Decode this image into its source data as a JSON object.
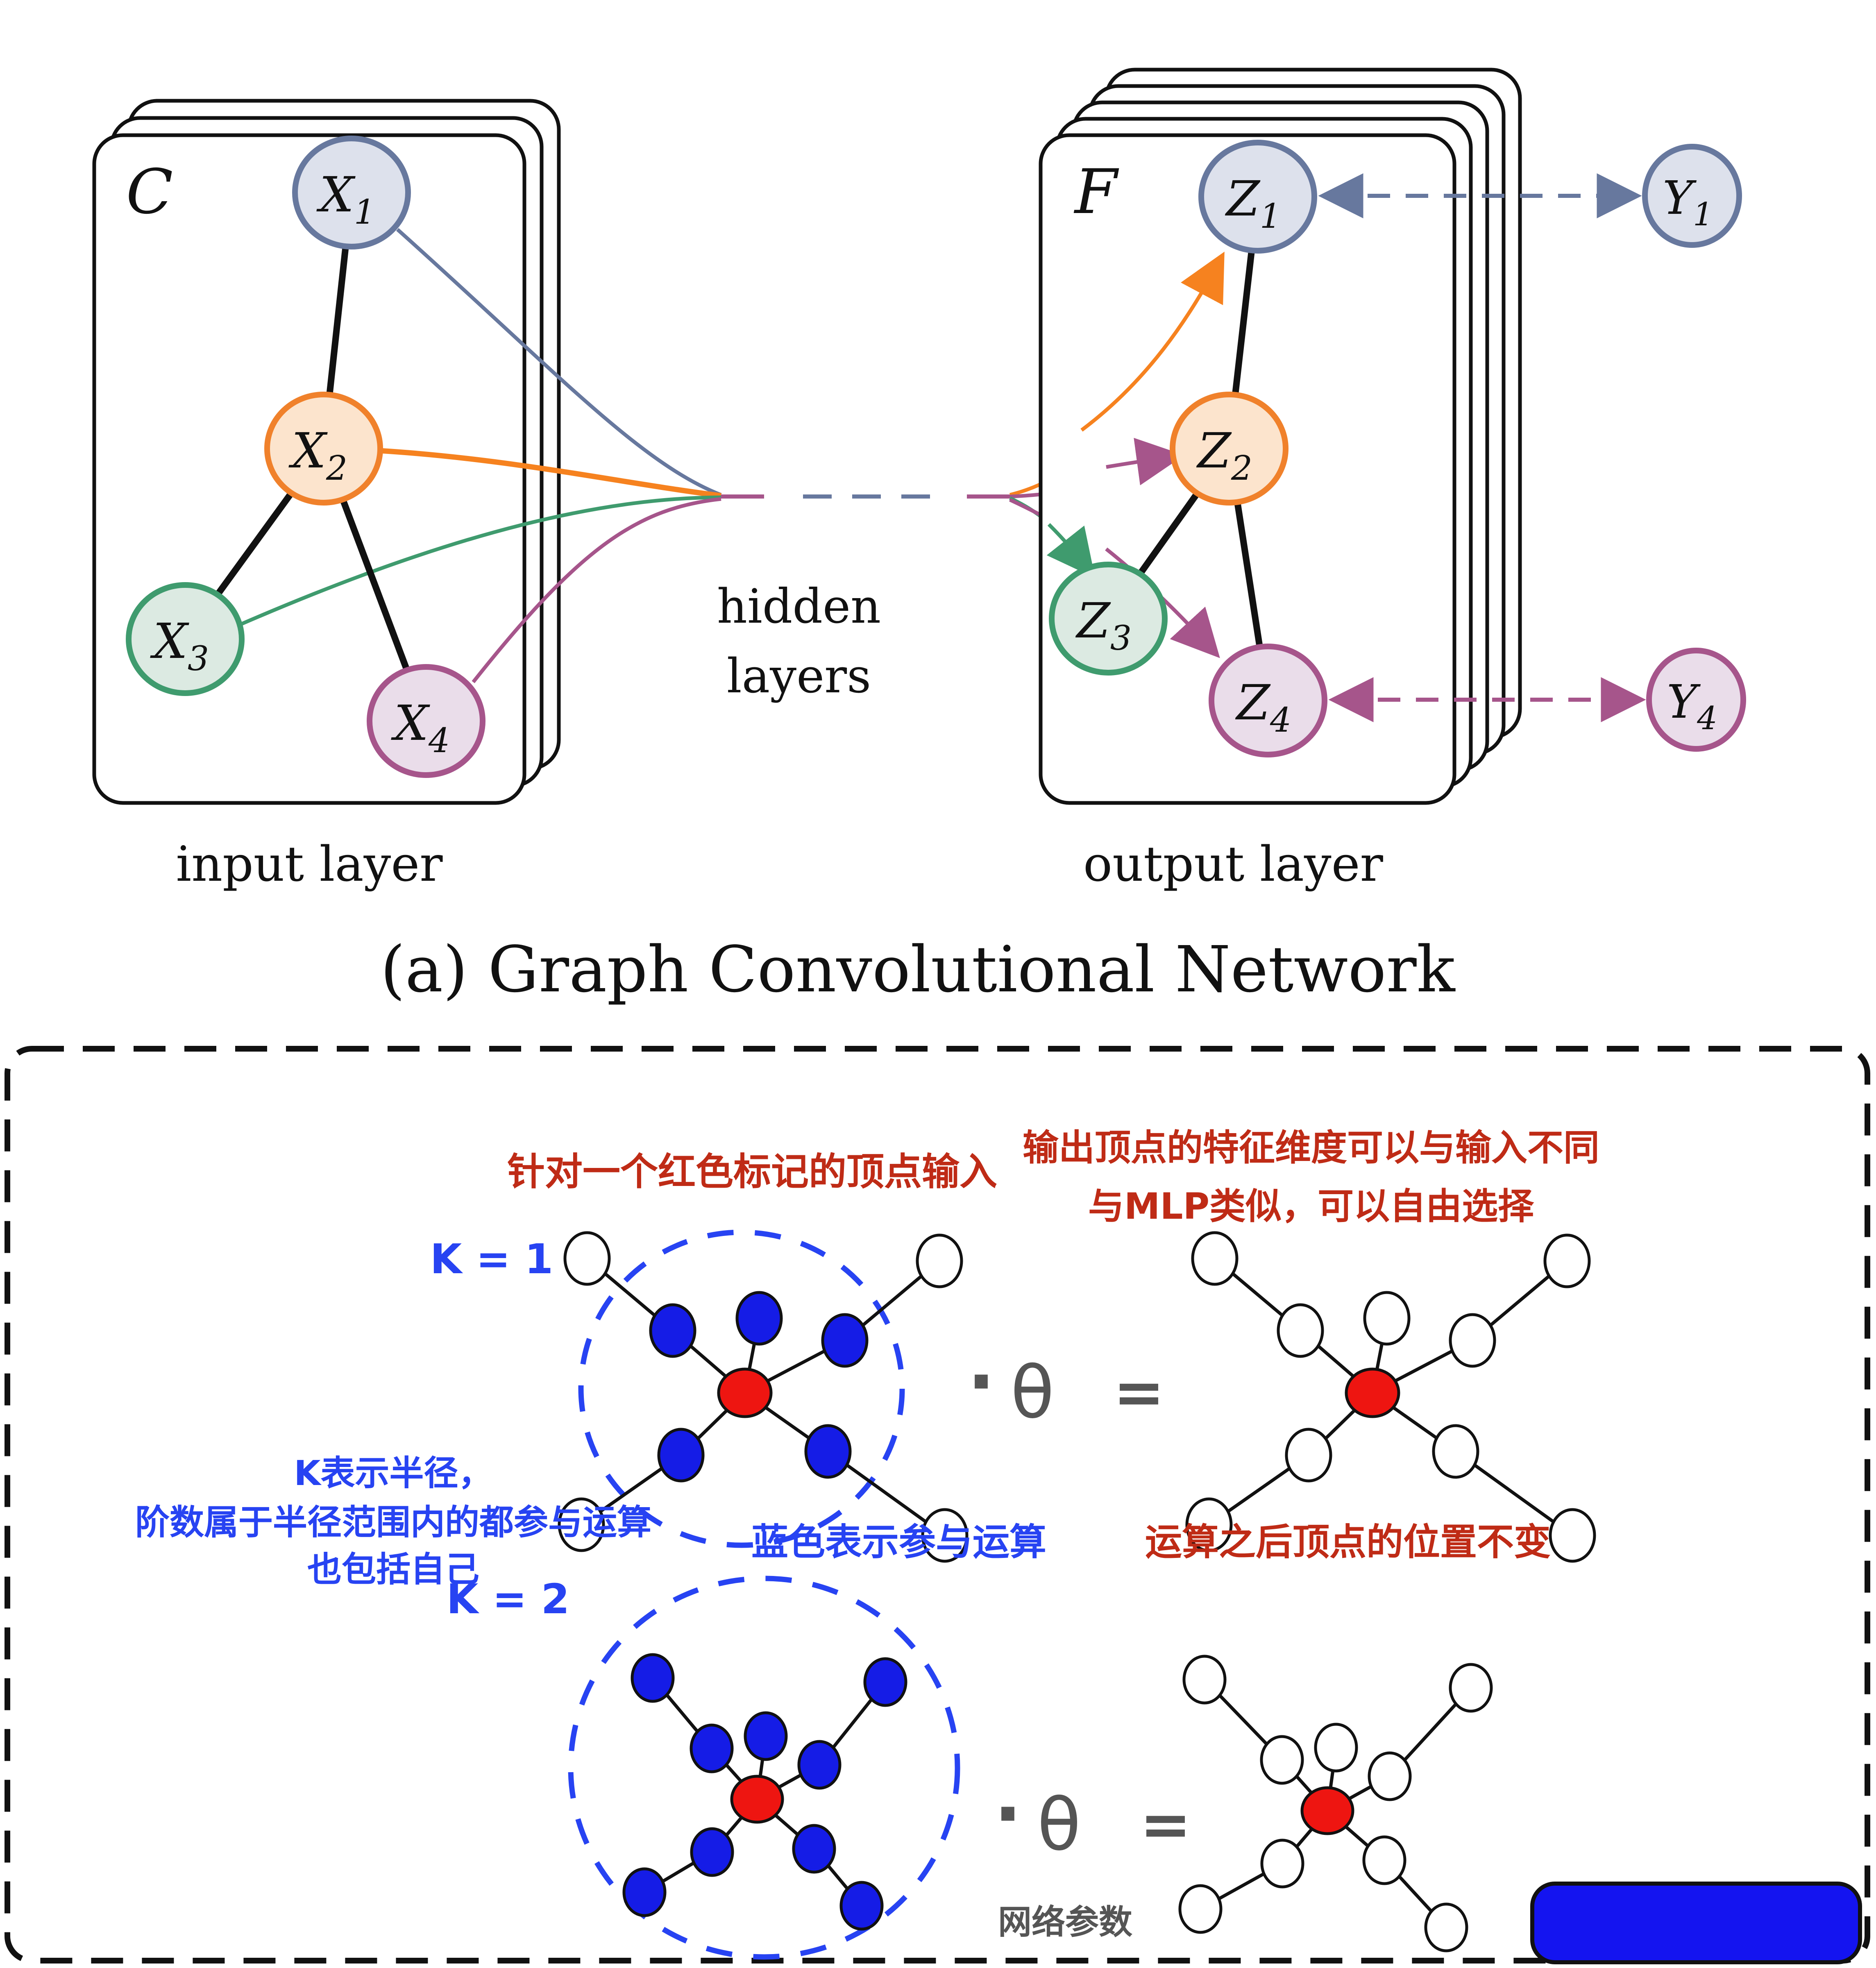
{
  "gcn": {
    "input_panel": {
      "tag": "C",
      "caption": "input layer"
    },
    "output_panel": {
      "tag": "F",
      "caption": "output layer"
    },
    "hidden": {
      "line1": "hidden",
      "line2": "layers"
    },
    "caption": "(a) Graph Convolutional Network",
    "nodes": {
      "x1": {
        "base": "X",
        "sub": "1"
      },
      "x2": {
        "base": "X",
        "sub": "2"
      },
      "x3": {
        "base": "X",
        "sub": "3"
      },
      "x4": {
        "base": "X",
        "sub": "4"
      },
      "z1": {
        "base": "Z",
        "sub": "1"
      },
      "z2": {
        "base": "Z",
        "sub": "2"
      },
      "z3": {
        "base": "Z",
        "sub": "3"
      },
      "z4": {
        "base": "Z",
        "sub": "4"
      },
      "y1": {
        "base": "Y",
        "sub": "1"
      },
      "y4": {
        "base": "Y",
        "sub": "4"
      }
    }
  },
  "notes": {
    "red_left": "针对一个红色标记的顶点输入",
    "red_right_line1": "输出顶点的特征维度可以与输入不同",
    "red_right_line2": "与MLP类似，可以自由选择",
    "k1": "K = 1",
    "k2": "K = 2",
    "blue_left_line1": "K表示半径，",
    "blue_left_line2": "阶数属于半径范围内的都参与运算",
    "blue_left_line3": "也包括自己",
    "blue_participate": "蓝色表示参与运算",
    "red_position": "运算之后顶点的位置不变",
    "dot": "·",
    "theta": "θ",
    "equals": "=",
    "theta_label": "网络参数"
  },
  "colors": {
    "slate_stroke": "#67789e",
    "slate_fill": "#dde1ec",
    "orange_stroke": "#f0812b",
    "orange_fill": "#fce4cd",
    "green_stroke": "#3f9b6e",
    "green_fill": "#dceae2",
    "mauve_stroke": "#a6558b",
    "mauve_fill": "#eaddea",
    "curve_orange": "#f6821f",
    "annotation_red": "#bf2b16",
    "annotation_blue": "#2743f2",
    "participate_blue": "#151ce6",
    "target_red": "#ee1511",
    "equation_gray": "#555555",
    "bottom_rect_blue": "#1414f0"
  }
}
